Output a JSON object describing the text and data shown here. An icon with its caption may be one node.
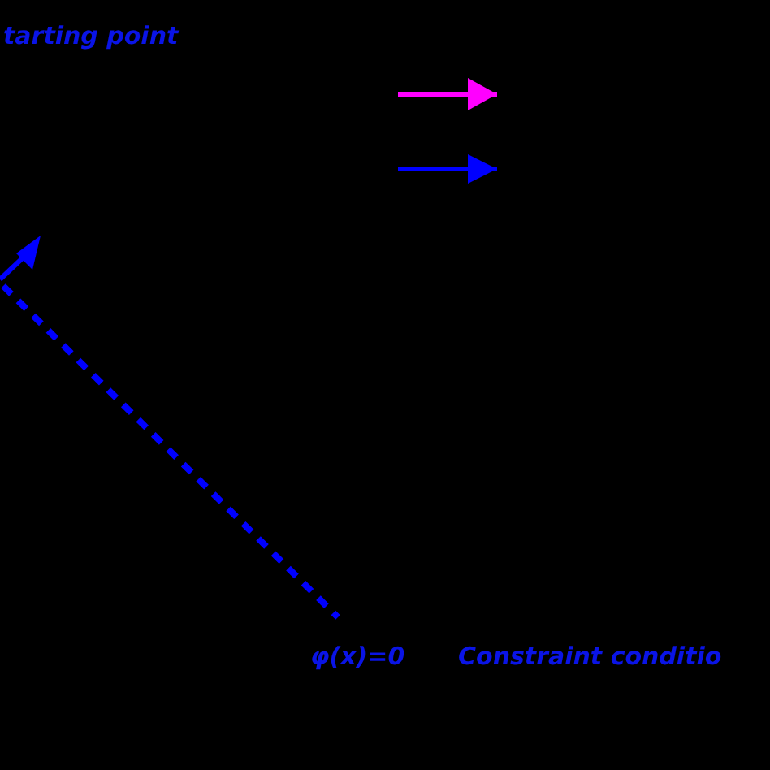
{
  "diagram": {
    "labels": [
      "tarting point",
      "φ(x)=0",
      "Constraint conditio"
    ]
  }
}
